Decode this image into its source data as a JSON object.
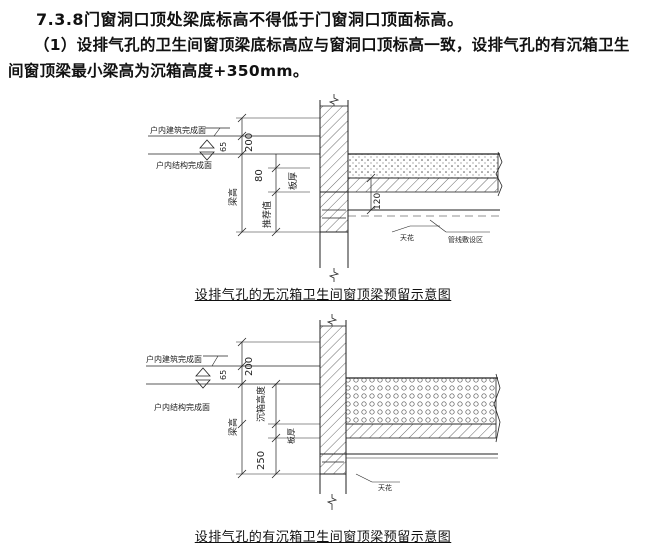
{
  "clause": {
    "heading": "7.3.8门窗洞口顶处梁底标高不得低于门窗洞口顶面标高。",
    "paragraph": "（1）设排气孔的卫生间窗顶梁底标高应与窗洞口顶标高一致，设排气孔的有沉箱卫生间窗顶梁最小梁高为沉箱高度+350mm。"
  },
  "figure1": {
    "caption": "设排气孔的无沉箱卫生间窗顶梁预留示意图",
    "labels": {
      "finish_floor": "户内建筑完成面",
      "structure_floor": "户内结构完成面",
      "dim_200": "200",
      "dim_65": "65",
      "dim_80": "80",
      "beam_height": "梁高",
      "slab_thickness": "板厚",
      "recommended": "推荐值",
      "dim_120": "120",
      "ceiling": "天花",
      "pipe_zone": "管线敷设区"
    }
  },
  "figure2": {
    "caption": "设排气孔的有沉箱卫生间窗顶梁预留示意图",
    "labels": {
      "finish_floor": "户内建筑完成面",
      "structure_floor": "户内结构完成面",
      "dim_200": "200",
      "dim_65": "65",
      "beam_height": "梁高",
      "sunken_height": "沉箱高度",
      "slab_thickness": "板厚",
      "dim_250": "250",
      "ceiling": "天花"
    }
  }
}
